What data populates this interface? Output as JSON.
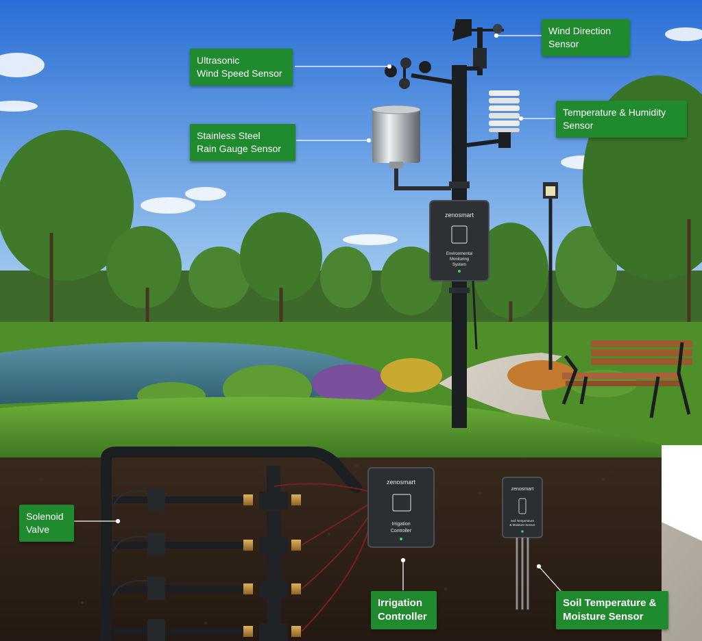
{
  "callouts": {
    "wind_direction": [
      "Wind Direction",
      "Sensor"
    ],
    "wind_speed": [
      "Ultrasonic",
      "Wind Speed Sensor"
    ],
    "temp_humidity": [
      "Temperature & Humidity",
      "Sensor"
    ],
    "rain_gauge": [
      "Stainless Steel",
      "Rain Gauge Sensor"
    ],
    "solenoid": [
      "Solenoid",
      "Valve"
    ],
    "irrigation": [
      "Irrigation",
      "Controller"
    ],
    "soil": [
      "Soil Temperature &",
      "Moisture Sensor"
    ]
  },
  "devices": {
    "env_box": {
      "brand": "zenosmart",
      "lines": [
        "Environmental",
        "Monitoring",
        "System"
      ]
    },
    "irrigation_box": {
      "brand": "zenosmart",
      "lines": [
        "Irrigation",
        "Controller"
      ]
    },
    "soil_box": {
      "brand": "zenosmart",
      "lines": [
        "Soil Temperature",
        "& Moisture Sensor"
      ]
    }
  },
  "colors": {
    "label_bg": "#1f8a2e",
    "sky_top": "#2a6fd6",
    "sky_bottom": "#bfe0f5",
    "grass": "#4f8f2a",
    "soil": "#2e2118",
    "pipe": "#1c1f22"
  }
}
